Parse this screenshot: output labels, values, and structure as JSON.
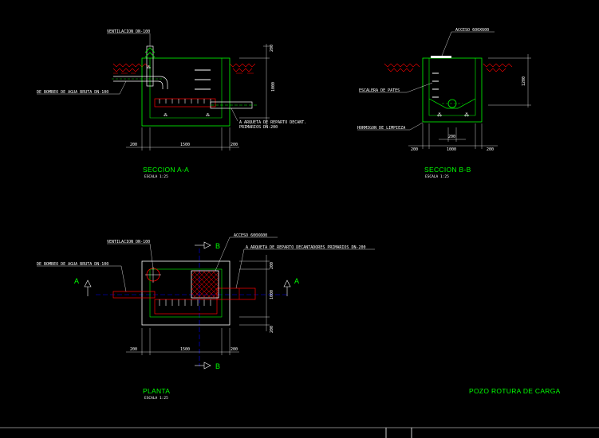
{
  "colors": {
    "background": "#000000",
    "outline": "#00ff00",
    "text": "#ffffff",
    "pipe": "#ff0000",
    "axis": "#0000ff",
    "dimension": "#ffffff",
    "hatch": "#ff0000"
  },
  "section_aa": {
    "title": "SECCION A-A",
    "scale": "ESCALA 1:25",
    "label_ventilacion": "VENTILACION DN-100",
    "label_bombeo": "DE BOMBEO DE AGUA BRUTA DN-100",
    "label_arqueta_1": "A ARQUETA DE REPARTO DECANT.",
    "label_arqueta_2": "PRIMARIOS DN-200",
    "dim_left": "200",
    "dim_mid": "1500",
    "dim_right": "200",
    "dim_v_top": "200",
    "dim_v_main": "1000"
  },
  "section_bb": {
    "title": "SECCION B-B",
    "scale": "ESCALA 1:25",
    "label_acceso": "ACCESO 600X600",
    "label_escalera": "ESCALERA DE PATES",
    "label_hormigon": "HORMIGON DE LIMPIEZA",
    "dim_left": "200",
    "dim_mid": "1000",
    "dim_right": "200",
    "dim_small": "200",
    "dim_v": "1200"
  },
  "planta": {
    "title": "PLANTA",
    "scale": "ESCALA 1:25",
    "label_ventilacion": "VENTILACION DN-100",
    "label_acceso": "ACCESO 600X600",
    "label_bombeo": "DE BOMBEO DE AGUA BRUTA DN-100",
    "label_arqueta": "A ARQUETA DE REPARTO DECANTADORES PRIMARIOS DN-200",
    "marker_a_left": "A",
    "marker_a_right": "A",
    "marker_b_top": "B",
    "marker_b_bottom": "B",
    "dim_left": "200",
    "dim_mid": "1500",
    "dim_right": "200",
    "dim_v_top": "200",
    "dim_v_mid": "1000",
    "dim_v_bot": "200"
  },
  "drawing_title": "POZO ROTURA DE CARGA"
}
